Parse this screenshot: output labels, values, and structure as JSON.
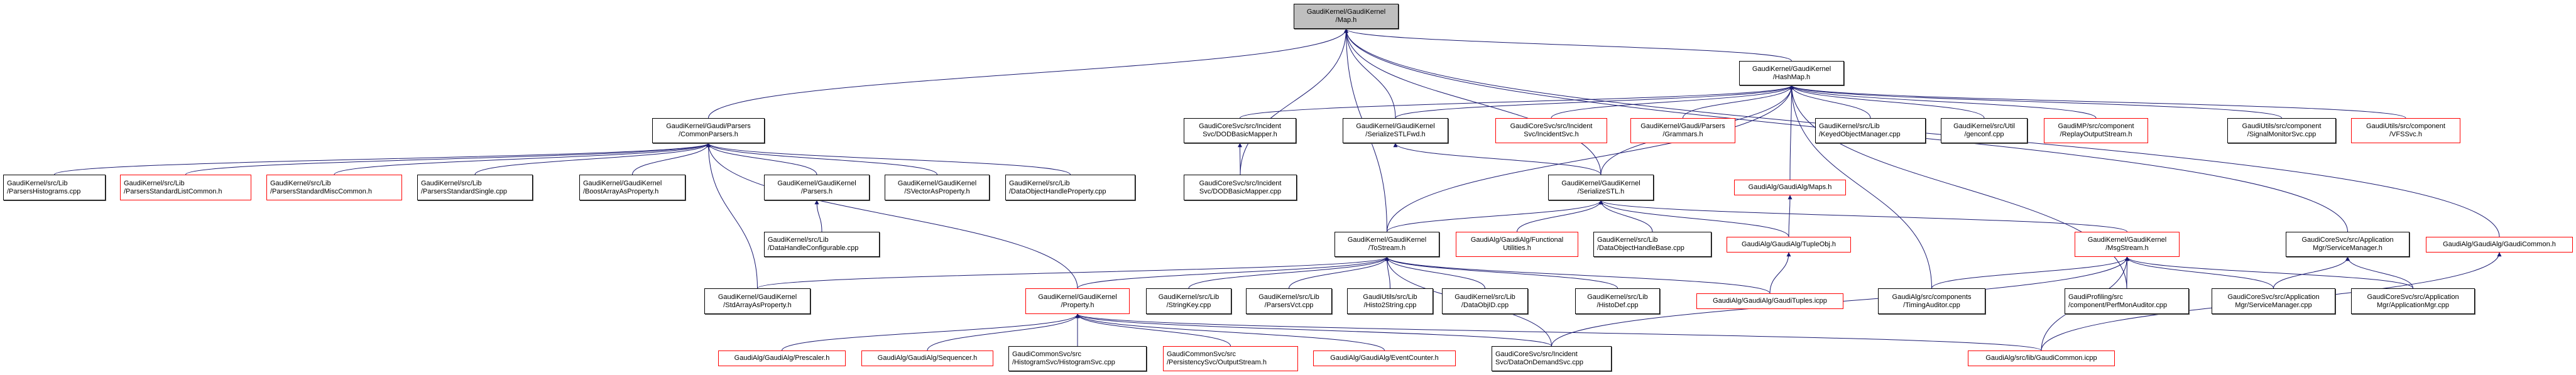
{
  "title": "Include dependency graph for GaudiKernel/GaudiKernel/Map.h",
  "colors": {
    "edge": "#191970",
    "node_border": "#000000",
    "truncated_border": "#ff0000",
    "root_fill": "#bfbfbf"
  },
  "nodes": [
    {
      "id": "map_h",
      "label": [
        "GaudiKernel/GaudiKernel",
        "/Map.h"
      ],
      "style": "root",
      "align": "center"
    },
    {
      "id": "hashmap_h",
      "label": [
        "GaudiKernel/GaudiKernel",
        "/HashMap.h"
      ],
      "style": "normal",
      "align": "center"
    },
    {
      "id": "commonparsers_h",
      "label": [
        "GaudiKernel/Gaudi/Parsers",
        "/CommonParsers.h"
      ],
      "style": "normal",
      "align": "center"
    },
    {
      "id": "parsershistograms_cpp",
      "label": [
        "GaudiKernel/src/Lib",
        "/ParsersHistograms.cpp"
      ],
      "style": "normal",
      "align": "left"
    },
    {
      "id": "parsersstdlistcommon_h",
      "label": [
        "GaudiKernel/src/Lib",
        "/ParsersStandardListCommon.h"
      ],
      "style": "red",
      "align": "left"
    },
    {
      "id": "parsersstdmisccommon_h",
      "label": [
        "GaudiKernel/src/Lib",
        "/ParsersStandardMiscCommon.h"
      ],
      "style": "red",
      "align": "left"
    },
    {
      "id": "parsersstdsingle_cpp",
      "label": [
        "GaudiKernel/src/Lib",
        "/ParsersStandardSingle.cpp"
      ],
      "style": "normal",
      "align": "left"
    },
    {
      "id": "boostarrayasproperty_h",
      "label": [
        "GaudiKernel/GaudiKernel",
        "/BoostArrayAsProperty.h"
      ],
      "style": "normal",
      "align": "left"
    },
    {
      "id": "parsers_h",
      "label": [
        "GaudiKernel/GaudiKernel",
        "/Parsers.h"
      ],
      "style": "normal",
      "align": "center"
    },
    {
      "id": "svectorasproperty_h",
      "label": [
        "GaudiKernel/GaudiKernel",
        "/SVectorAsProperty.h"
      ],
      "style": "normal",
      "align": "center"
    },
    {
      "id": "dataobjecthandleproperty_cpp",
      "label": [
        "GaudiKernel/src/Lib",
        "/DataObjectHandleProperty.cpp"
      ],
      "style": "normal",
      "align": "left"
    },
    {
      "id": "datahandleconfigurable_cpp",
      "label": [
        "GaudiKernel/src/Lib",
        "/DataHandleConfigurable.cpp"
      ],
      "style": "normal",
      "align": "left"
    },
    {
      "id": "stdarrayasproperty_h",
      "label": [
        "GaudiKernel/GaudiKernel",
        "/StdArrayAsProperty.h"
      ],
      "style": "normal",
      "align": "center"
    },
    {
      "id": "dodbasicmapper_h",
      "label": [
        "GaudiCoreSvc/src/Incident",
        "Svc/DODBasicMapper.h"
      ],
      "style": "normal",
      "align": "center"
    },
    {
      "id": "dodbasicmapper_cpp",
      "label": [
        "GaudiCoreSvc/src/Incident",
        "Svc/DODBasicMapper.cpp"
      ],
      "style": "normal",
      "align": "center"
    },
    {
      "id": "serializestlfwd_h",
      "label": [
        "GaudiKernel/GaudiKernel",
        "/SerializeSTLFwd.h"
      ],
      "style": "normal",
      "align": "center"
    },
    {
      "id": "incidentsvc_h",
      "label": [
        "GaudiCoreSvc/src/Incident",
        "Svc/IncidentSvc.h"
      ],
      "style": "red",
      "align": "center"
    },
    {
      "id": "grammars_h",
      "label": [
        "GaudiKernel/Gaudi/Parsers",
        "/Grammars.h"
      ],
      "style": "red",
      "align": "center"
    },
    {
      "id": "keyedobjectmanager_cpp",
      "label": [
        "GaudiKernel/src/Lib",
        "/KeyedObjectManager.cpp"
      ],
      "style": "normal",
      "align": "left"
    },
    {
      "id": "genconf_cpp",
      "label": [
        "GaudiKernel/src/Util",
        "/genconf.cpp"
      ],
      "style": "normal",
      "align": "center"
    },
    {
      "id": "replayoutputstream_h",
      "label": [
        "GaudiMP/src/component",
        "/ReplayOutputStream.h"
      ],
      "style": "red",
      "align": "center"
    },
    {
      "id": "signalmonitorsvc_cpp",
      "label": [
        "GaudiUtils/src/component",
        "/SignalMonitorSvc.cpp"
      ],
      "style": "normal",
      "align": "center"
    },
    {
      "id": "vfssvc_h",
      "label": [
        "GaudiUtils/src/component",
        "/VFSSvc.h"
      ],
      "style": "red",
      "align": "center"
    },
    {
      "id": "serializestl_h",
      "label": [
        "GaudiKernel/GaudiKernel",
        "/SerializeSTL.h"
      ],
      "style": "normal",
      "align": "center"
    },
    {
      "id": "maps_h",
      "label": [
        "GaudiAlg/GaudiAlg/Maps.h"
      ],
      "style": "red",
      "align": "center"
    },
    {
      "id": "tostream_h",
      "label": [
        "GaudiKernel/GaudiKernel",
        "/ToStream.h"
      ],
      "style": "normal",
      "align": "center"
    },
    {
      "id": "functionalutilities_h",
      "label": [
        "GaudiAlg/GaudiAlg/Functional",
        "Utilities.h"
      ],
      "style": "red",
      "align": "center"
    },
    {
      "id": "dataobjecthandlebase_cpp",
      "label": [
        "GaudiKernel/src/Lib",
        "/DataObjectHandleBase.cpp"
      ],
      "style": "normal",
      "align": "left"
    },
    {
      "id": "tupleobj_h",
      "label": [
        "GaudiAlg/GaudiAlg/TupleObj.h"
      ],
      "style": "red",
      "align": "center"
    },
    {
      "id": "msgstream_h",
      "label": [
        "GaudiKernel/GaudiKernel",
        "/MsgStream.h"
      ],
      "style": "red",
      "align": "center"
    },
    {
      "id": "servicemanager_h",
      "label": [
        "GaudiCoreSvc/src/Application",
        "Mgr/ServiceManager.h"
      ],
      "style": "normal",
      "align": "center"
    },
    {
      "id": "gaudicommon_h",
      "label": [
        "GaudiAlg/GaudiAlg/GaudiCommon.h"
      ],
      "style": "red",
      "align": "center"
    },
    {
      "id": "property_h",
      "label": [
        "GaudiKernel/GaudiKernel",
        "/Property.h"
      ],
      "style": "red",
      "align": "center"
    },
    {
      "id": "stringkey_cpp",
      "label": [
        "GaudiKernel/src/Lib",
        "/StringKey.cpp"
      ],
      "style": "normal",
      "align": "center"
    },
    {
      "id": "parsersvct_cpp",
      "label": [
        "GaudiKernel/src/Lib",
        "/ParsersVct.cpp"
      ],
      "style": "normal",
      "align": "center"
    },
    {
      "id": "histo2string_cpp",
      "label": [
        "GaudiUtils/src/Lib",
        "/Histo2String.cpp"
      ],
      "style": "normal",
      "align": "center"
    },
    {
      "id": "dataobjid_cpp",
      "label": [
        "GaudiKernel/src/Lib",
        "/DataObjID.cpp"
      ],
      "style": "normal",
      "align": "center"
    },
    {
      "id": "histodef_cpp",
      "label": [
        "GaudiKernel/src/Lib",
        "/HistoDef.cpp"
      ],
      "style": "normal",
      "align": "center"
    },
    {
      "id": "gaudituples_icpp",
      "label": [
        "GaudiAlg/GaudiAlg/GaudiTuples.icpp"
      ],
      "style": "red",
      "align": "center"
    },
    {
      "id": "timingauditor_cpp",
      "label": [
        "GaudiAlg/src/components",
        "/TimingAuditor.cpp"
      ],
      "style": "normal",
      "align": "center"
    },
    {
      "id": "perfmonauditor_cpp",
      "label": [
        "GaudiProfiling/src",
        "/component/PerfMonAuditor.cpp"
      ],
      "style": "normal",
      "align": "left"
    },
    {
      "id": "servicemanager_cpp",
      "label": [
        "GaudiCoreSvc/src/Application",
        "Mgr/ServiceManager.cpp"
      ],
      "style": "normal",
      "align": "center"
    },
    {
      "id": "applicationmgr_cpp",
      "label": [
        "GaudiCoreSvc/src/Application",
        "Mgr/ApplicationMgr.cpp"
      ],
      "style": "normal",
      "align": "center"
    },
    {
      "id": "prescaler_h",
      "label": [
        "GaudiAlg/GaudiAlg/Prescaler.h"
      ],
      "style": "red",
      "align": "center"
    },
    {
      "id": "sequencer_h",
      "label": [
        "GaudiAlg/GaudiAlg/Sequencer.h"
      ],
      "style": "red",
      "align": "center"
    },
    {
      "id": "histogramsvc_cpp",
      "label": [
        "GaudiCommonSvc/src",
        "/HistogramSvc/HistogramSvc.cpp"
      ],
      "style": "normal",
      "align": "left"
    },
    {
      "id": "outputstream_h",
      "label": [
        "GaudiCommonSvc/src",
        "/PersistencySvc/OutputStream.h"
      ],
      "style": "red",
      "align": "left"
    },
    {
      "id": "eventcounter_h",
      "label": [
        "GaudiAlg/GaudiAlg/EventCounter.h"
      ],
      "style": "red",
      "align": "center"
    },
    {
      "id": "dataondemandsvc_cpp",
      "label": [
        "GaudiCoreSvc/src/Incident",
        "Svc/DataOnDemandSvc.cpp"
      ],
      "style": "normal",
      "align": "left"
    },
    {
      "id": "gaudicommon_icpp",
      "label": [
        "GaudiAlg/src/lib/GaudiCommon.icpp"
      ],
      "style": "red",
      "align": "center"
    }
  ],
  "edges": [
    [
      "hashmap_h",
      "map_h"
    ],
    [
      "commonparsers_h",
      "map_h"
    ],
    [
      "dodbasicmapper_cpp",
      "map_h"
    ],
    [
      "serializestlfwd_h",
      "map_h"
    ],
    [
      "serializestl_h",
      "map_h"
    ],
    [
      "tostream_h",
      "map_h"
    ],
    [
      "servicemanager_h",
      "map_h"
    ],
    [
      "gaudicommon_h",
      "map_h"
    ],
    [
      "parsershistograms_cpp",
      "commonparsers_h"
    ],
    [
      "parsersstdlistcommon_h",
      "commonparsers_h"
    ],
    [
      "parsersstdmisccommon_h",
      "commonparsers_h"
    ],
    [
      "parsersstdsingle_cpp",
      "commonparsers_h"
    ],
    [
      "boostarrayasproperty_h",
      "commonparsers_h"
    ],
    [
      "parsers_h",
      "commonparsers_h"
    ],
    [
      "svectorasproperty_h",
      "commonparsers_h"
    ],
    [
      "dataobjecthandleproperty_cpp",
      "commonparsers_h"
    ],
    [
      "stdarrayasproperty_h",
      "commonparsers_h"
    ],
    [
      "property_h",
      "commonparsers_h"
    ],
    [
      "datahandleconfigurable_cpp",
      "parsers_h"
    ],
    [
      "dodbasicmapper_cpp",
      "dodbasicmapper_h"
    ],
    [
      "dodbasicmapper_h",
      "hashmap_h"
    ],
    [
      "serializestlfwd_h",
      "hashmap_h"
    ],
    [
      "incidentsvc_h",
      "hashmap_h"
    ],
    [
      "grammars_h",
      "hashmap_h"
    ],
    [
      "keyedobjectmanager_cpp",
      "hashmap_h"
    ],
    [
      "genconf_cpp",
      "hashmap_h"
    ],
    [
      "replayoutputstream_h",
      "hashmap_h"
    ],
    [
      "signalmonitorsvc_cpp",
      "hashmap_h"
    ],
    [
      "vfssvc_h",
      "hashmap_h"
    ],
    [
      "serializestl_h",
      "hashmap_h"
    ],
    [
      "maps_h",
      "hashmap_h"
    ],
    [
      "tostream_h",
      "hashmap_h"
    ],
    [
      "timingauditor_cpp",
      "hashmap_h"
    ],
    [
      "perfmonauditor_cpp",
      "hashmap_h"
    ],
    [
      "serializestl_h",
      "serializestlfwd_h"
    ],
    [
      "tostream_h",
      "serializestl_h"
    ],
    [
      "functionalutilities_h",
      "serializestl_h"
    ],
    [
      "dataobjecthandlebase_cpp",
      "serializestl_h"
    ],
    [
      "tupleobj_h",
      "serializestl_h"
    ],
    [
      "msgstream_h",
      "serializestl_h"
    ],
    [
      "tupleobj_h",
      "maps_h"
    ],
    [
      "gaudituples_icpp",
      "tupleobj_h"
    ],
    [
      "property_h",
      "tostream_h"
    ],
    [
      "stringkey_cpp",
      "tostream_h"
    ],
    [
      "parsersvct_cpp",
      "tostream_h"
    ],
    [
      "histo2string_cpp",
      "tostream_h"
    ],
    [
      "dataobjid_cpp",
      "tostream_h"
    ],
    [
      "histodef_cpp",
      "tostream_h"
    ],
    [
      "gaudituples_icpp",
      "tostream_h"
    ],
    [
      "dataondemandsvc_cpp",
      "tostream_h"
    ],
    [
      "stdarrayasproperty_h",
      "tostream_h"
    ],
    [
      "prescaler_h",
      "property_h"
    ],
    [
      "sequencer_h",
      "property_h"
    ],
    [
      "histogramsvc_cpp",
      "property_h"
    ],
    [
      "outputstream_h",
      "property_h"
    ],
    [
      "eventcounter_h",
      "property_h"
    ],
    [
      "dataondemandsvc_cpp",
      "property_h"
    ],
    [
      "gaudicommon_icpp",
      "property_h"
    ],
    [
      "timingauditor_cpp",
      "msgstream_h"
    ],
    [
      "perfmonauditor_cpp",
      "msgstream_h"
    ],
    [
      "servicemanager_cpp",
      "msgstream_h"
    ],
    [
      "applicationmgr_cpp",
      "msgstream_h"
    ],
    [
      "dataondemandsvc_cpp",
      "msgstream_h"
    ],
    [
      "gaudicommon_icpp",
      "msgstream_h"
    ],
    [
      "servicemanager_cpp",
      "servicemanager_h"
    ],
    [
      "applicationmgr_cpp",
      "servicemanager_h"
    ],
    [
      "gaudicommon_icpp",
      "gaudicommon_h"
    ]
  ]
}
